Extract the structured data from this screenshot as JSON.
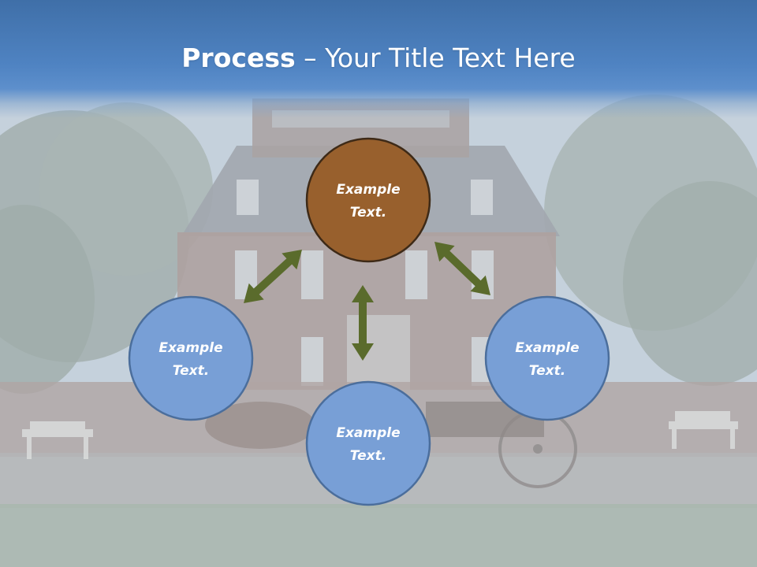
{
  "slide": {
    "title_bold": "Process",
    "title_rest": " – Your Title Text Here"
  },
  "diagram": {
    "nodes": [
      {
        "id": "top",
        "lines": [
          "Example",
          "Text."
        ],
        "fill": "#98602d",
        "stroke": "#3e2a17"
      },
      {
        "id": "left",
        "lines": [
          "Example",
          "Text."
        ],
        "fill": "#789fd6",
        "stroke": "#4b6e9c"
      },
      {
        "id": "bottom",
        "lines": [
          "Example",
          "Text."
        ],
        "fill": "#789fd6",
        "stroke": "#4b6e9c"
      },
      {
        "id": "right",
        "lines": [
          "Example",
          "Text."
        ],
        "fill": "#789fd6",
        "stroke": "#4b6e9c"
      }
    ],
    "connectors": [
      {
        "from": "top",
        "to": "left",
        "style": "double-arrow"
      },
      {
        "from": "top",
        "to": "bottom",
        "style": "double-arrow"
      },
      {
        "from": "top",
        "to": "right",
        "style": "double-arrow"
      }
    ],
    "arrow_color": "#5a6b2c"
  },
  "background": {
    "subject": "brick mansion with trees, horse-drawn carriage and benches, faded"
  }
}
